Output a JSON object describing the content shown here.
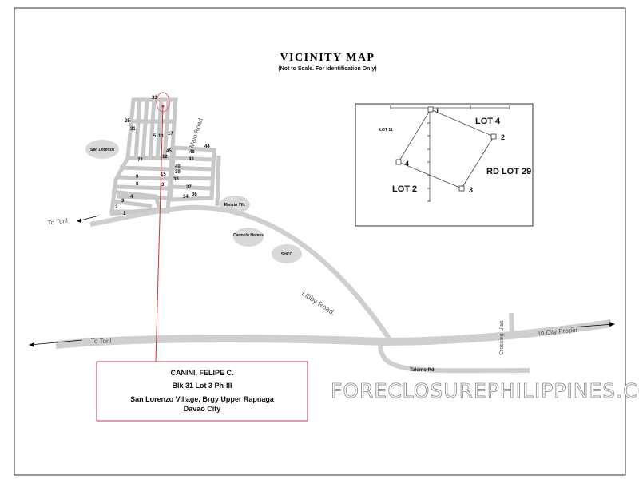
{
  "title": "VICINITY MAP",
  "subtitle": "(Not to Scale. For Identification Only)",
  "roads": {
    "main_road": "Main Road",
    "libby_road": "Libby Road.",
    "to_toril_upper": "To Toril",
    "to_toril_lower": "To Toril",
    "to_city_proper": "To City Proper",
    "crossing_ulas": "Crossing Ulas",
    "talomo_rd": "Talomo Rd"
  },
  "landmarks": {
    "san_lorenzo": "San Lorenzo",
    "rivisto_vill": "Rivisto Vill.",
    "carmelo_homes": "Carmelo Homes",
    "shcc": "SHCC"
  },
  "block_numbers": [
    "33",
    "25",
    "31",
    "17",
    "44",
    "46",
    "43",
    "40",
    "39",
    "38",
    "37",
    "36",
    "34",
    "9",
    "8",
    "4",
    "3",
    "2",
    "1",
    "77",
    "15",
    "12",
    "45",
    "13",
    "5",
    "3"
  ],
  "lot_plan": {
    "lot11": "LOT 11",
    "lot4": "LOT 4",
    "lot2": "LOT 2",
    "rdlot29": "RD LOT 29",
    "corner1": "1",
    "corner2": "2",
    "corner3": "3",
    "corner4": "4"
  },
  "property_box": {
    "owner": "CANINI, FELIPE C.",
    "lot": "Blk 31 Lot 3 Ph-III",
    "address": "San Lorenzo Village, Brgy Upper Rapnaga",
    "city": "Davao City"
  },
  "watermark": "FORECLOSUREPHILIPPINES.COM",
  "colors": {
    "road": "#cfcfcf",
    "pointer": "#d0303a",
    "landmark": "#d9d9d9"
  }
}
